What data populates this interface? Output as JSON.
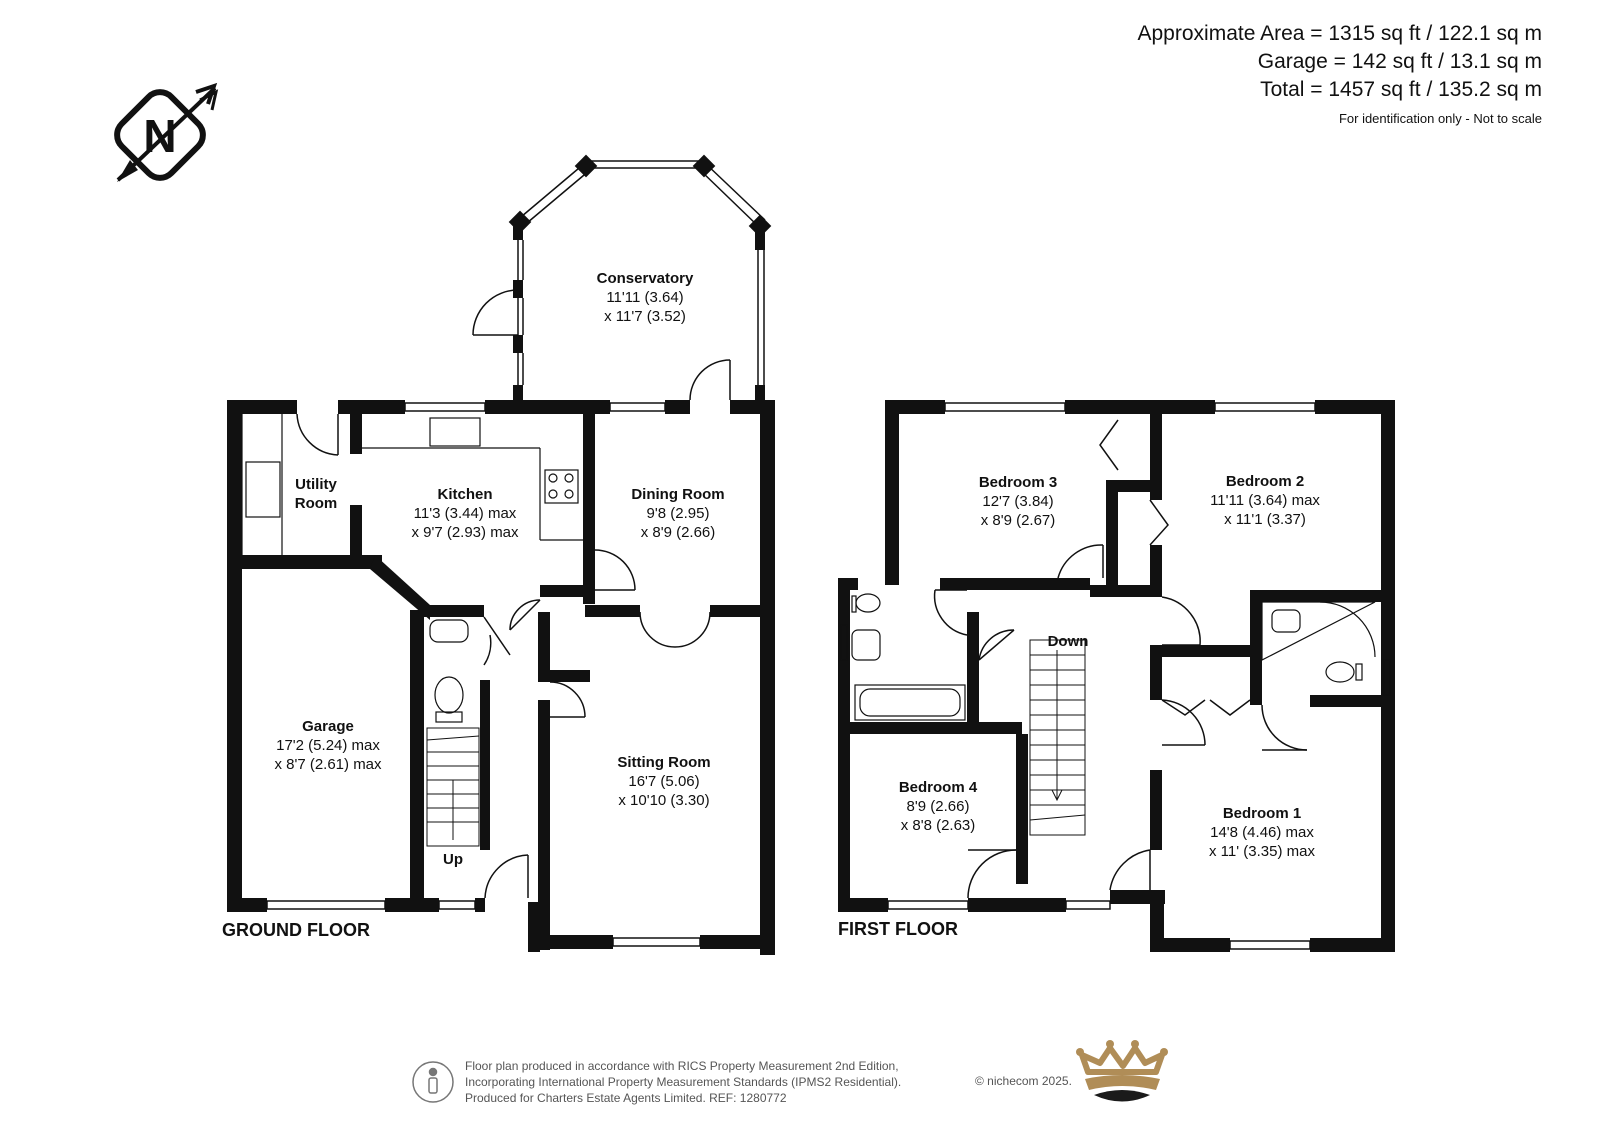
{
  "summary": {
    "approx_area": "Approximate Area = 1315 sq ft / 122.1 sq m",
    "garage_area": "Garage = 142 sq ft / 13.1 sq m",
    "total_area": "Total = 1457 sq ft / 135.2 sq m",
    "note": "For identification only - Not to scale"
  },
  "compass": {
    "letter": "N",
    "icon": "north-arrow-icon"
  },
  "ground_floor": {
    "label": "GROUND FLOOR",
    "stair_label": "Up",
    "rooms": {
      "conservatory": {
        "name": "Conservatory",
        "dim1": "11'11 (3.64)",
        "dim2": "x 11'7 (3.52)"
      },
      "utility": {
        "name1": "Utility",
        "name2": "Room"
      },
      "kitchen": {
        "name": "Kitchen",
        "dim1": "11'3 (3.44) max",
        "dim2": "x 9'7 (2.93) max"
      },
      "dining": {
        "name": "Dining Room",
        "dim1": "9'8 (2.95)",
        "dim2": "x 8'9 (2.66)"
      },
      "garage": {
        "name": "Garage",
        "dim1": "17'2 (5.24) max",
        "dim2": "x 8'7 (2.61) max"
      },
      "sitting": {
        "name": "Sitting Room",
        "dim1": "16'7 (5.06)",
        "dim2": "x 10'10 (3.30)"
      }
    }
  },
  "first_floor": {
    "label": "FIRST FLOOR",
    "stair_label": "Down",
    "rooms": {
      "bedroom3": {
        "name": "Bedroom 3",
        "dim1": "12'7 (3.84)",
        "dim2": "x 8'9 (2.67)"
      },
      "bedroom2": {
        "name": "Bedroom 2",
        "dim1": "11'11 (3.64) max",
        "dim2": "x 11'1 (3.37)"
      },
      "bedroom4": {
        "name": "Bedroom 4",
        "dim1": "8'9 (2.66)",
        "dim2": "x 8'8 (2.63)"
      },
      "bedroom1": {
        "name": "Bedroom 1",
        "dim1": "14'8 (4.46) max",
        "dim2": "x 11' (3.35) max"
      }
    }
  },
  "footer": {
    "line1": "Floor plan produced in accordance with RICS Property Measurement 2nd Edition,",
    "line2": "Incorporating International Property Measurement Standards (IPMS2 Residential).",
    "line3": "Produced for Charters Estate Agents Limited.   REF: 1280772",
    "copyright": "© nichecom 2025.",
    "logo": "crown-logo",
    "person_icon": "person-icon"
  },
  "colors": {
    "wall": "#111111",
    "crown_gold": "#b08d57",
    "crown_dark": "#1a1a1a"
  }
}
